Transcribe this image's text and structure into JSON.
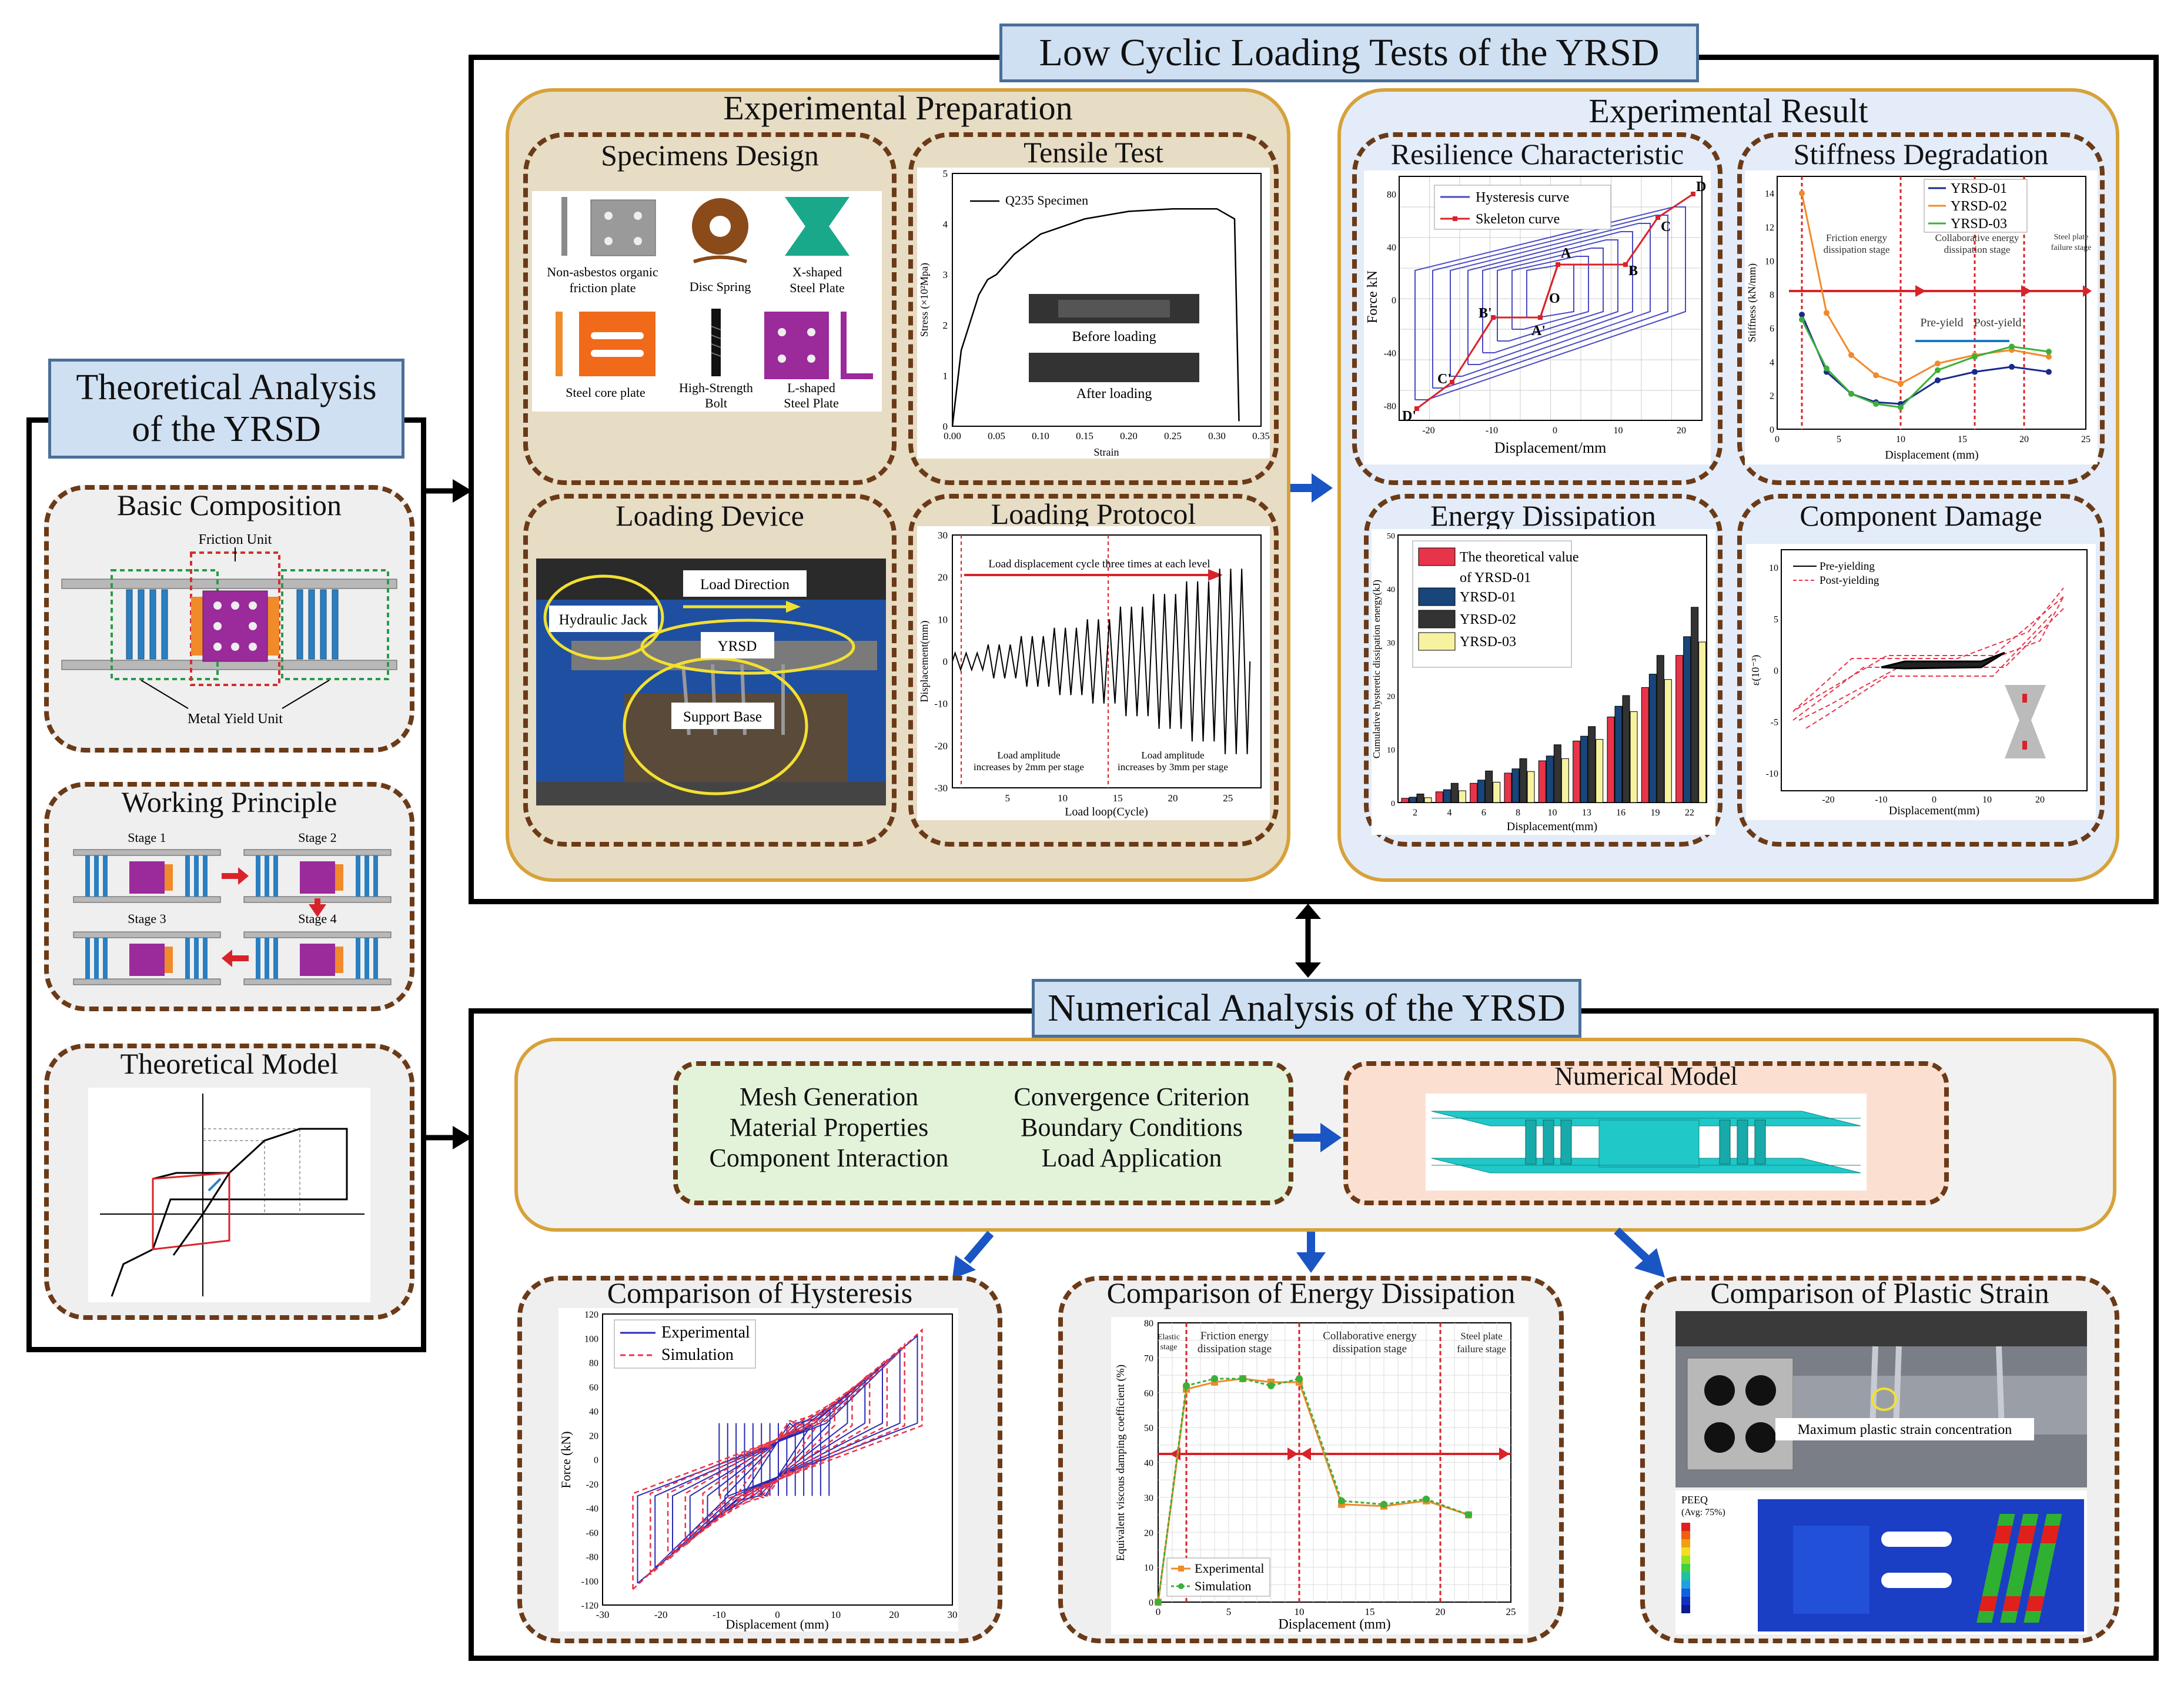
{
  "left": {
    "title_line1": "Theoretical Analysis",
    "title_line2": "of the YRSD",
    "basic": {
      "title": "Basic Composition",
      "friction": "Friction Unit",
      "metal": "Metal Yield Unit"
    },
    "working": {
      "title": "Working Principle",
      "stages": [
        "Stage 1",
        "Stage 2",
        "Stage 3",
        "Stage 4"
      ]
    },
    "model": {
      "title": "Theoretical Model"
    }
  },
  "top": {
    "title": "Low Cyclic Loading Tests of the YRSD",
    "prep": "Experimental Preparation",
    "result": "Experimental Result",
    "specimens": {
      "title": "Specimens Design",
      "items": [
        "Non-asbestos organic",
        "friction plate",
        "Disc Spring",
        "X-shaped",
        "Steel Plate",
        "Steel core plate",
        "High-Strength",
        "Bolt",
        "L-shaped",
        "Steel Plate"
      ]
    },
    "tensile": {
      "title": "Tensile Test",
      "legend": "Q235 Specimen",
      "before": "Before loading",
      "after": "After loading",
      "xlabel": "Strain",
      "ylabel": "Stress (×10²Mpa)",
      "xticks": [
        "0.00",
        "0.05",
        "0.10",
        "0.15",
        "0.20",
        "0.25",
        "0.30",
        "0.35"
      ],
      "yticks": [
        "0",
        "1",
        "2",
        "3",
        "4",
        "5"
      ]
    },
    "device": {
      "title": "Loading Device",
      "labels": [
        "Hydraulic Jack",
        "Load Direction",
        "YRSD",
        "Support Base"
      ]
    },
    "protocol": {
      "title": "Loading Protocol",
      "note": "Load displacement cycle three times at each level",
      "amp1a": "Load amplitude",
      "amp1b": "increases by 2mm per stage",
      "amp2a": "Load amplitude",
      "amp2b": "increases by 3mm per stage",
      "xlabel": "Load loop(Cycle)",
      "ylabel": "Displacement(mm)",
      "xticks": [
        "5",
        "10",
        "15",
        "20",
        "25"
      ],
      "yticks": [
        "30",
        "20",
        "10",
        "0",
        "-10",
        "-20",
        "-30"
      ]
    },
    "resilience": {
      "title": "Resilience Characteristic",
      "legend1": "Hysteresis curve",
      "legend2": "Skeleton curve",
      "xlabel": "Displacement/mm",
      "ylabel": "Force kN",
      "xticks": [
        "-20",
        "-10",
        "0",
        "10",
        "20"
      ],
      "yticks": [
        "80",
        "40",
        "0",
        "-40",
        "-80"
      ],
      "points": [
        "A",
        "B",
        "C",
        "D",
        "O",
        "A'",
        "B'",
        "C'",
        "D'"
      ]
    },
    "stiffness": {
      "title": "Stiffness Degradation",
      "series": [
        "YRSD-01",
        "YRSD-02",
        "YRSD-03"
      ],
      "stage1": "Friction energy",
      "stage1b": "dissipation stage",
      "stage2": "Collaborative energy",
      "stage2b": "dissipation stage",
      "stage3": "Steel plate",
      "stage3b": "failure stage",
      "pre": "Pre-yield",
      "post": "Post-yield",
      "xlabel": "Displacement (mm)",
      "ylabel": "Stiffness (kN/mm)",
      "xticks": [
        "0",
        "5",
        "10",
        "15",
        "20",
        "25"
      ],
      "yticks": [
        "14",
        "12",
        "10",
        "8",
        "6",
        "4",
        "2",
        "0"
      ]
    },
    "energy": {
      "title": "Energy Dissipation",
      "legend": [
        "The theoretical value",
        "of YRSD-01",
        "YRSD-01",
        "YRSD-02",
        "YRSD-03"
      ],
      "xlabel": "Displacement(mm)",
      "ylabel": "Cumulative hysteretic dissipation energy(kJ)",
      "yticks": [
        "50",
        "40",
        "30",
        "20",
        "10",
        "0"
      ]
    },
    "damage": {
      "title": "Component Damage",
      "legend1": "Pre-yielding",
      "legend2": "Post-yielding",
      "xlabel": "Displacement(mm)",
      "ylabel": "ε(10⁻³)",
      "xticks": [
        "-20",
        "-10",
        "0",
        "10",
        "20"
      ],
      "yticks": [
        "10",
        "5",
        "0",
        "-5",
        "-10"
      ]
    }
  },
  "bottom": {
    "title": "Numerical Analysis of the YRSD",
    "steps": [
      "Mesh Generation",
      "Material Properties",
      "Component Interaction",
      "Convergence Criterion",
      "Boundary Conditions",
      "Load Application"
    ],
    "numerical_model": "Numerical Model",
    "hyst": {
      "title": "Comparison of Hysteresis",
      "legend1": "Experimental",
      "legend2": "Simulation",
      "xlabel": "Displacement (mm)",
      "ylabel": "Force (kN)",
      "xticks": [
        "-30",
        "-20",
        "-10",
        "0",
        "10",
        "20",
        "30"
      ],
      "yticks": [
        "120",
        "100",
        "80",
        "60",
        "40",
        "20",
        "0",
        "-20",
        "-40",
        "-60",
        "-80",
        "-100",
        "-120"
      ]
    },
    "edc": {
      "title": "Comparison of Energy Dissipation",
      "s0": "Elastic",
      "s0b": "stage",
      "s1": "Friction energy",
      "s1b": "dissipation stage",
      "s2": "Collaborative energy",
      "s2b": "dissipation stage",
      "s3": "Steel plate",
      "s3b": "failure stage",
      "legend1": "Experimental",
      "legend2": "Simulation",
      "xlabel": "Displacement (mm)",
      "ylabel": "Equivalent viscous damping coefficient (%)",
      "xticks": [
        "0",
        "5",
        "10",
        "15",
        "20",
        "25"
      ],
      "yticks": [
        "80",
        "70",
        "60",
        "50",
        "40",
        "30",
        "20",
        "10",
        "0"
      ]
    },
    "plastic": {
      "title": "Comparison of Plastic Strain",
      "note": "Maximum plastic strain concentration",
      "peeq": "PEEQ",
      "avg": "(Avg: 75%)"
    }
  },
  "chart_data": [
    {
      "type": "line",
      "title": "Tensile Test",
      "series": [
        {
          "name": "Q235 Specimen",
          "x": [
            0,
            0.01,
            0.03,
            0.04,
            0.05,
            0.07,
            0.1,
            0.15,
            0.2,
            0.25,
            0.3,
            0.32,
            0.325
          ],
          "y": [
            0,
            1.5,
            2.6,
            2.9,
            3.0,
            3.4,
            3.8,
            4.1,
            4.25,
            4.3,
            4.3,
            4.1,
            0.1
          ]
        }
      ],
      "xlabel": "Strain",
      "ylabel": "Stress (×10²Mpa)",
      "xlim": [
        0,
        0.35
      ],
      "ylim": [
        0,
        5
      ]
    },
    {
      "type": "line",
      "title": "Stiffness Degradation",
      "x": [
        2,
        4,
        6,
        8,
        10,
        13,
        16,
        19,
        22
      ],
      "series": [
        {
          "name": "YRSD-01",
          "values": [
            6.8,
            3.4,
            2.1,
            1.6,
            1.5,
            2.9,
            3.4,
            3.7,
            3.4
          ]
        },
        {
          "name": "YRSD-02",
          "values": [
            14.0,
            6.9,
            4.4,
            3.2,
            2.7,
            3.9,
            4.4,
            4.7,
            4.3
          ]
        },
        {
          "name": "YRSD-03",
          "values": [
            6.5,
            3.6,
            2.1,
            1.5,
            1.3,
            3.5,
            4.3,
            4.9,
            4.6
          ]
        }
      ],
      "xlabel": "Displacement (mm)",
      "ylabel": "Stiffness (kN/mm)",
      "xlim": [
        0,
        25
      ],
      "ylim": [
        0,
        15
      ]
    },
    {
      "type": "bar",
      "title": "Energy Dissipation",
      "categories": [
        "2",
        "4",
        "6",
        "8",
        "10",
        "13",
        "16",
        "19",
        "22"
      ],
      "series": [
        {
          "name": "The theoretical value of YRSD-01",
          "values": [
            0.8,
            2.0,
            3.6,
            5.5,
            7.8,
            11.5,
            16.0,
            21.5,
            27.5
          ]
        },
        {
          "name": "YRSD-01",
          "values": [
            1.0,
            2.4,
            4.2,
            6.3,
            8.7,
            12.4,
            18.0,
            24.0,
            31.0
          ]
        },
        {
          "name": "YRSD-02",
          "values": [
            1.6,
            3.6,
            5.9,
            8.2,
            10.8,
            14.2,
            20.0,
            27.5,
            36.5
          ]
        },
        {
          "name": "YRSD-03",
          "values": [
            0.9,
            2.2,
            3.8,
            5.8,
            8.2,
            11.8,
            17.0,
            23.0,
            30.0
          ]
        }
      ],
      "xlabel": "Displacement(mm)",
      "ylabel": "Cumulative hysteretic dissipation energy(kJ)",
      "ylim": [
        0,
        50
      ]
    },
    {
      "type": "line",
      "title": "Comparison of Energy Dissipation",
      "x": [
        0,
        2,
        4,
        6,
        8,
        10,
        13,
        16,
        19,
        22
      ],
      "series": [
        {
          "name": "Experimental",
          "values": [
            0,
            61,
            63,
            64,
            63,
            63,
            28,
            27.5,
            29,
            25
          ]
        },
        {
          "name": "Simulation",
          "values": [
            0,
            62,
            64,
            64,
            62,
            64,
            29,
            28,
            29.5,
            25
          ]
        }
      ],
      "xlabel": "Displacement (mm)",
      "ylabel": "Equivalent viscous damping coefficient (%)",
      "xlim": [
        0,
        25
      ],
      "ylim": [
        0,
        80
      ]
    }
  ]
}
